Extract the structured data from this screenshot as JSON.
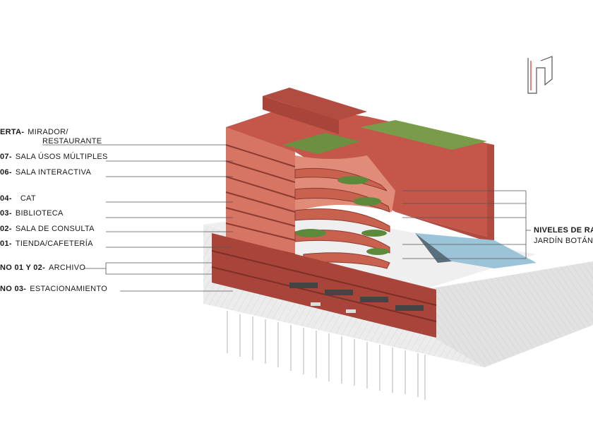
{
  "left_labels": [
    {
      "level": "ERTA-",
      "name": "MIRADOR/",
      "name2": "RESTAURANTE"
    },
    {
      "level": "07-",
      "name": "SALA ÚSOS MÚLTIPLES"
    },
    {
      "level": "06-",
      "name": "SALA INTERACTIVA"
    },
    {
      "level": "04-",
      "name": "CAT"
    },
    {
      "level": "03-",
      "name": "BIBLIOTECA"
    },
    {
      "level": "02-",
      "name": "SALA DE CONSULTA"
    },
    {
      "level": "01-",
      "name": "TIENDA/CAFETERÍA"
    },
    {
      "level": "NO 01 Y 02-",
      "name": "ARCHIVO"
    },
    {
      "level": "NO 03-",
      "name": "ESTACIONAMIENTO"
    }
  ],
  "right_label": {
    "line1": "NIVELES DE RAM",
    "line2": "JARDÍN BOTÁNIC"
  },
  "colors": {
    "brick": "#c4574a",
    "brick_dark": "#9e3f35",
    "brick_light": "#d77565",
    "ground": "#e6e6e6",
    "green": "#5d8a3a",
    "water": "#9cc4d8"
  },
  "logo": "architect-logo-icon"
}
